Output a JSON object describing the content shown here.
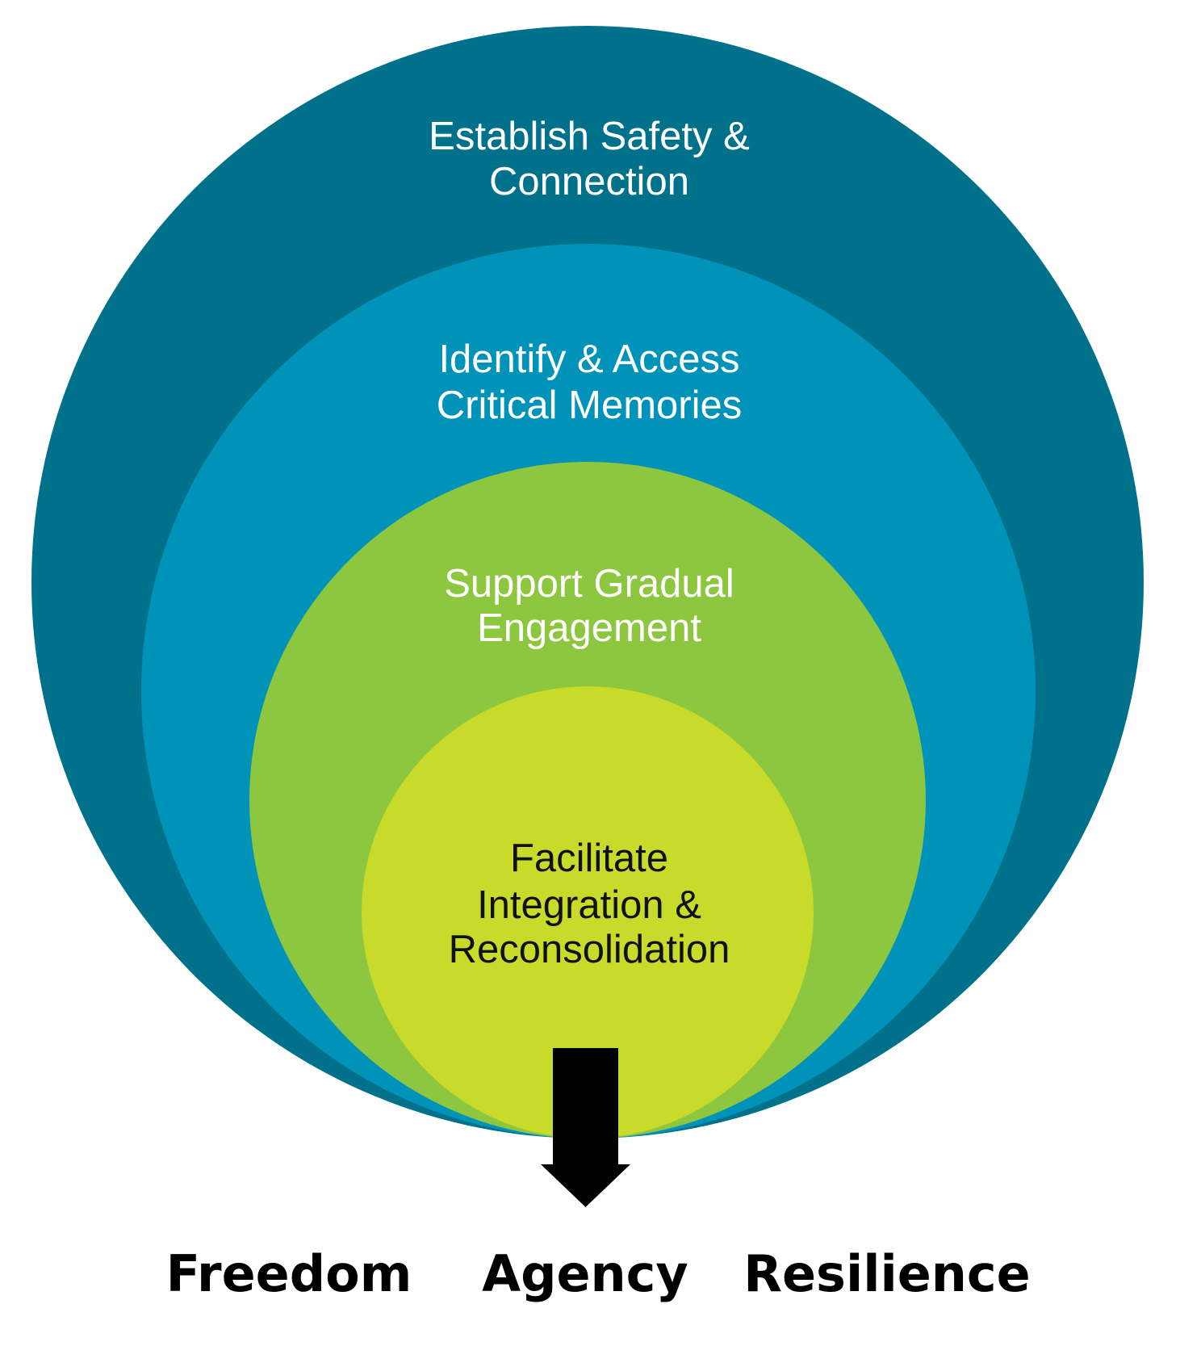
{
  "colors": {
    "outer": "#00718a",
    "second": "#0093ba",
    "third": "#8dc63f",
    "inner": "#c8db2b",
    "arrow": "#000000"
  },
  "layers": [
    {
      "lines": [
        "Establish Safety &",
        "Connection"
      ]
    },
    {
      "lines": [
        "Identify & Access",
        "Critical Memories"
      ]
    },
    {
      "lines": [
        "Support Gradual",
        "Engagement"
      ]
    },
    {
      "lines": [
        "Facilitate",
        "Integration &",
        "Reconsolidation"
      ]
    }
  ],
  "outcomes": [
    "Freedom",
    "Agency",
    "Resilience"
  ]
}
